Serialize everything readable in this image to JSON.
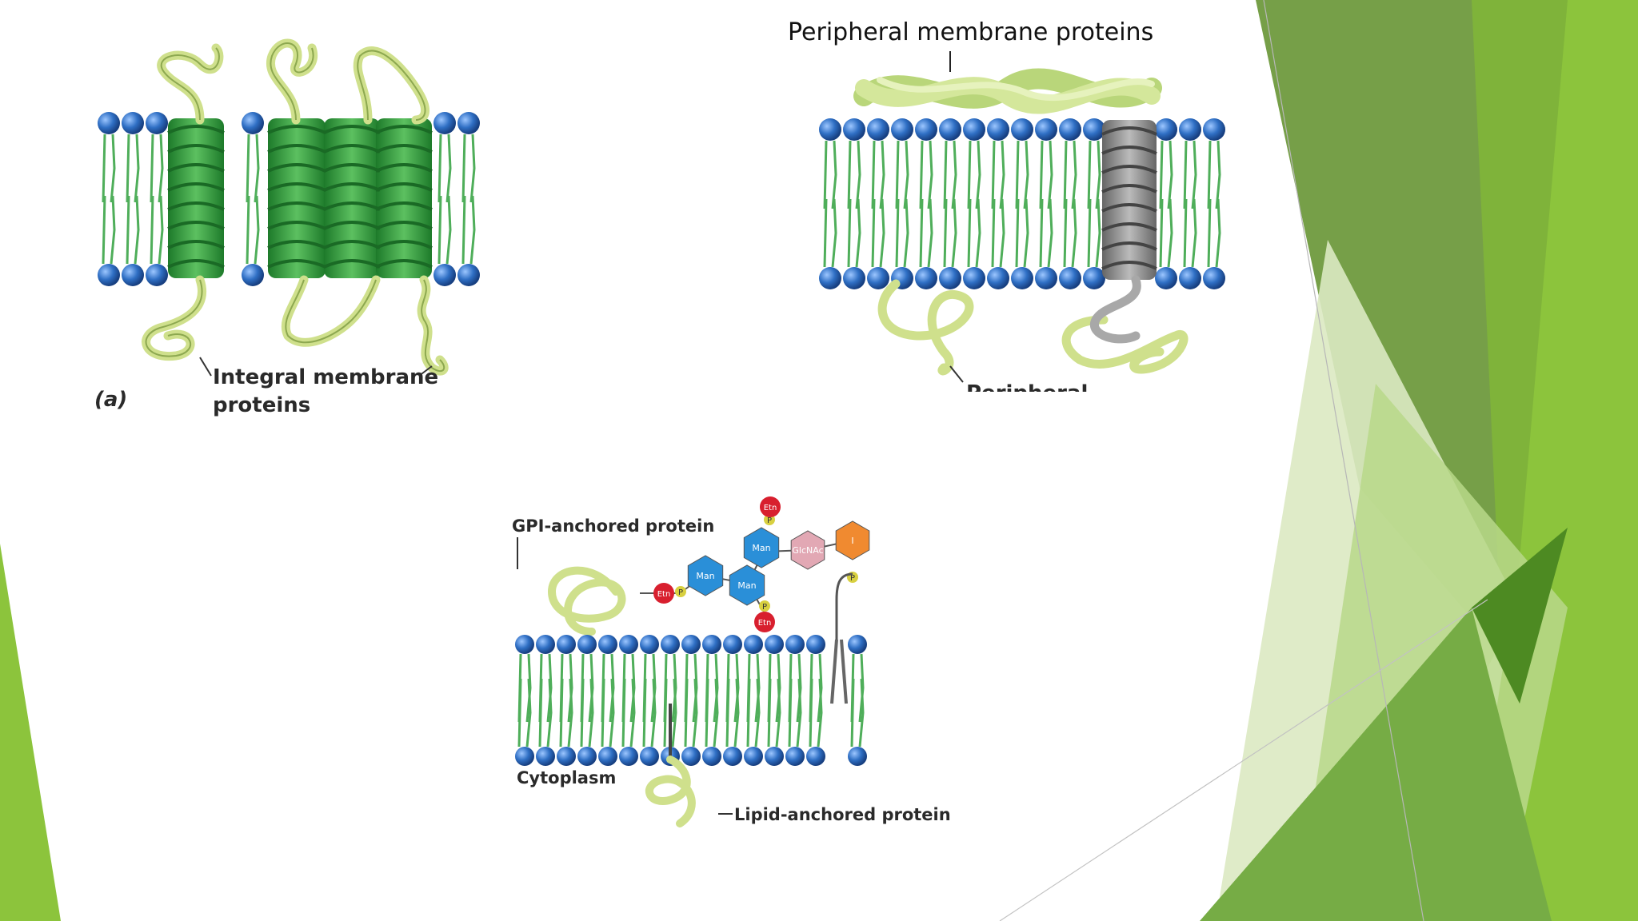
{
  "slide": {
    "panel_a": {
      "label": "Integral membrane",
      "label_line2": "proteins",
      "tag": "(a)"
    },
    "panel_b": {
      "title": "Peripheral membrane proteins",
      "cut_label": "Peripheral"
    },
    "panel_c": {
      "gpi_label": "GPI-anchored protein",
      "cytoplasm_label": "Cytoplasm",
      "lipid_label": "Lipid-anchored protein",
      "sugars": {
        "etn": "Etn",
        "p": "P",
        "man": "Man",
        "glcnac": "GlcNAc",
        "inositol": "I"
      }
    },
    "colors": {
      "head_blue": "#2f6fc4",
      "tail_green": "#4fae5a",
      "helix_green": "#2e9a3a",
      "coil_pale": "#cfe08c",
      "accent_green": "#8cc43c",
      "dark_green": "#6f9a3e"
    }
  }
}
